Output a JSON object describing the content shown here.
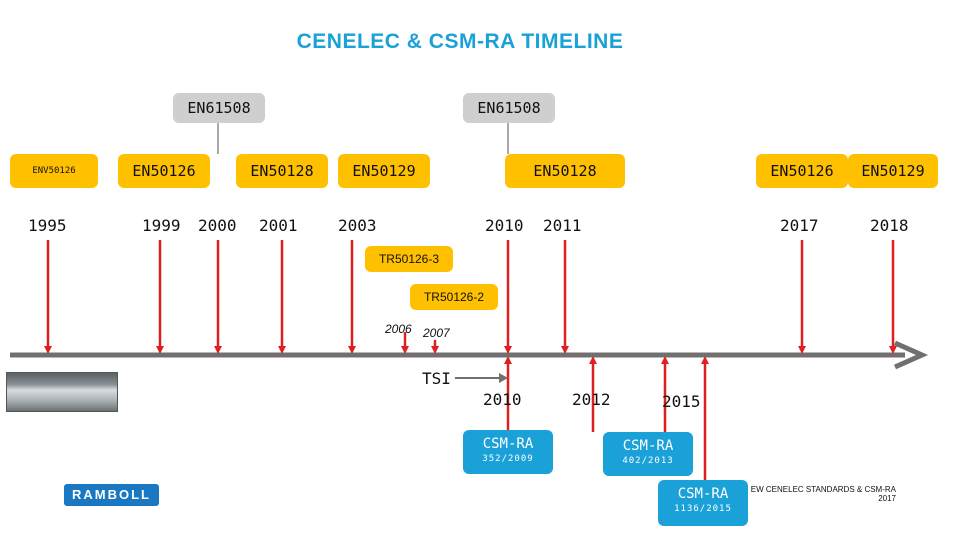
{
  "title": "CENELEC & CSM-RA TIMELINE",
  "colors": {
    "title": "#1aa1d8",
    "standard_box": "#ffc000",
    "group_box": "#cfcfcf",
    "csm_box": "#1aa1d8",
    "arrow": "#e02020",
    "axis": "#707070"
  },
  "groups": [
    "EN61508",
    "EN61508"
  ],
  "standards": [
    "ENV50126",
    "EN50126",
    "EN50128",
    "EN50129",
    "EN50128",
    "EN50126",
    "EN50129"
  ],
  "top_years": [
    "1995",
    "1999",
    "2000",
    "2001",
    "2003",
    "2010",
    "2011",
    "2017",
    "2018"
  ],
  "tech_reports": [
    "TR50126-3",
    "TR50126-2"
  ],
  "tr_years": [
    "2006",
    "2007"
  ],
  "tsi_label": "TSI",
  "bottom_years": [
    "2010",
    "2012",
    "2015"
  ],
  "csm": [
    {
      "label": "CSM-RA",
      "number": "352/2009"
    },
    {
      "label": "CSM-RA",
      "number": "402/2013"
    },
    {
      "label": "CSM-RA",
      "number": "1136/2015"
    }
  ],
  "logo_text": "RAMBOLL",
  "footer": {
    "line1": "EW CENELEC STANDARDS & CSM-RA",
    "line2": "2017"
  },
  "photo_icon": "metro-train-photo"
}
